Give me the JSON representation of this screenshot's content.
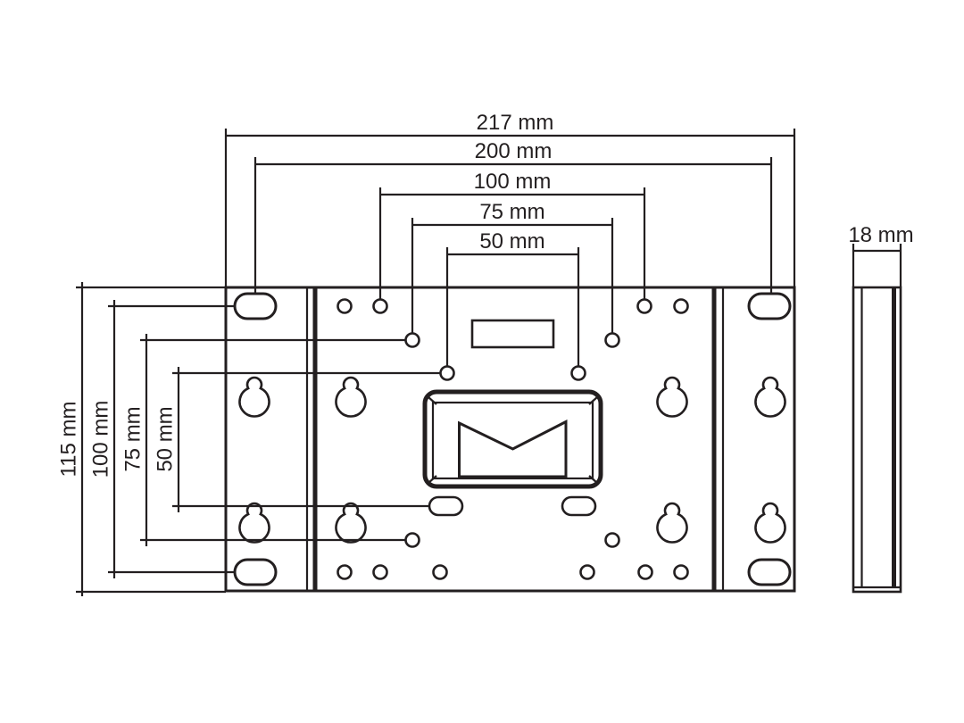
{
  "drawing": {
    "type": "wall-plate dimensional drawing",
    "views": [
      "front",
      "side"
    ]
  },
  "dimensions": {
    "top": [
      "217 mm",
      "200 mm",
      "100 mm",
      "75 mm",
      "50 mm"
    ],
    "left": [
      "115 mm",
      "100 mm",
      "75 mm",
      "50 mm"
    ],
    "side_thickness": "18 mm"
  },
  "colors": {
    "line": "#231f20",
    "background": "#ffffff"
  }
}
